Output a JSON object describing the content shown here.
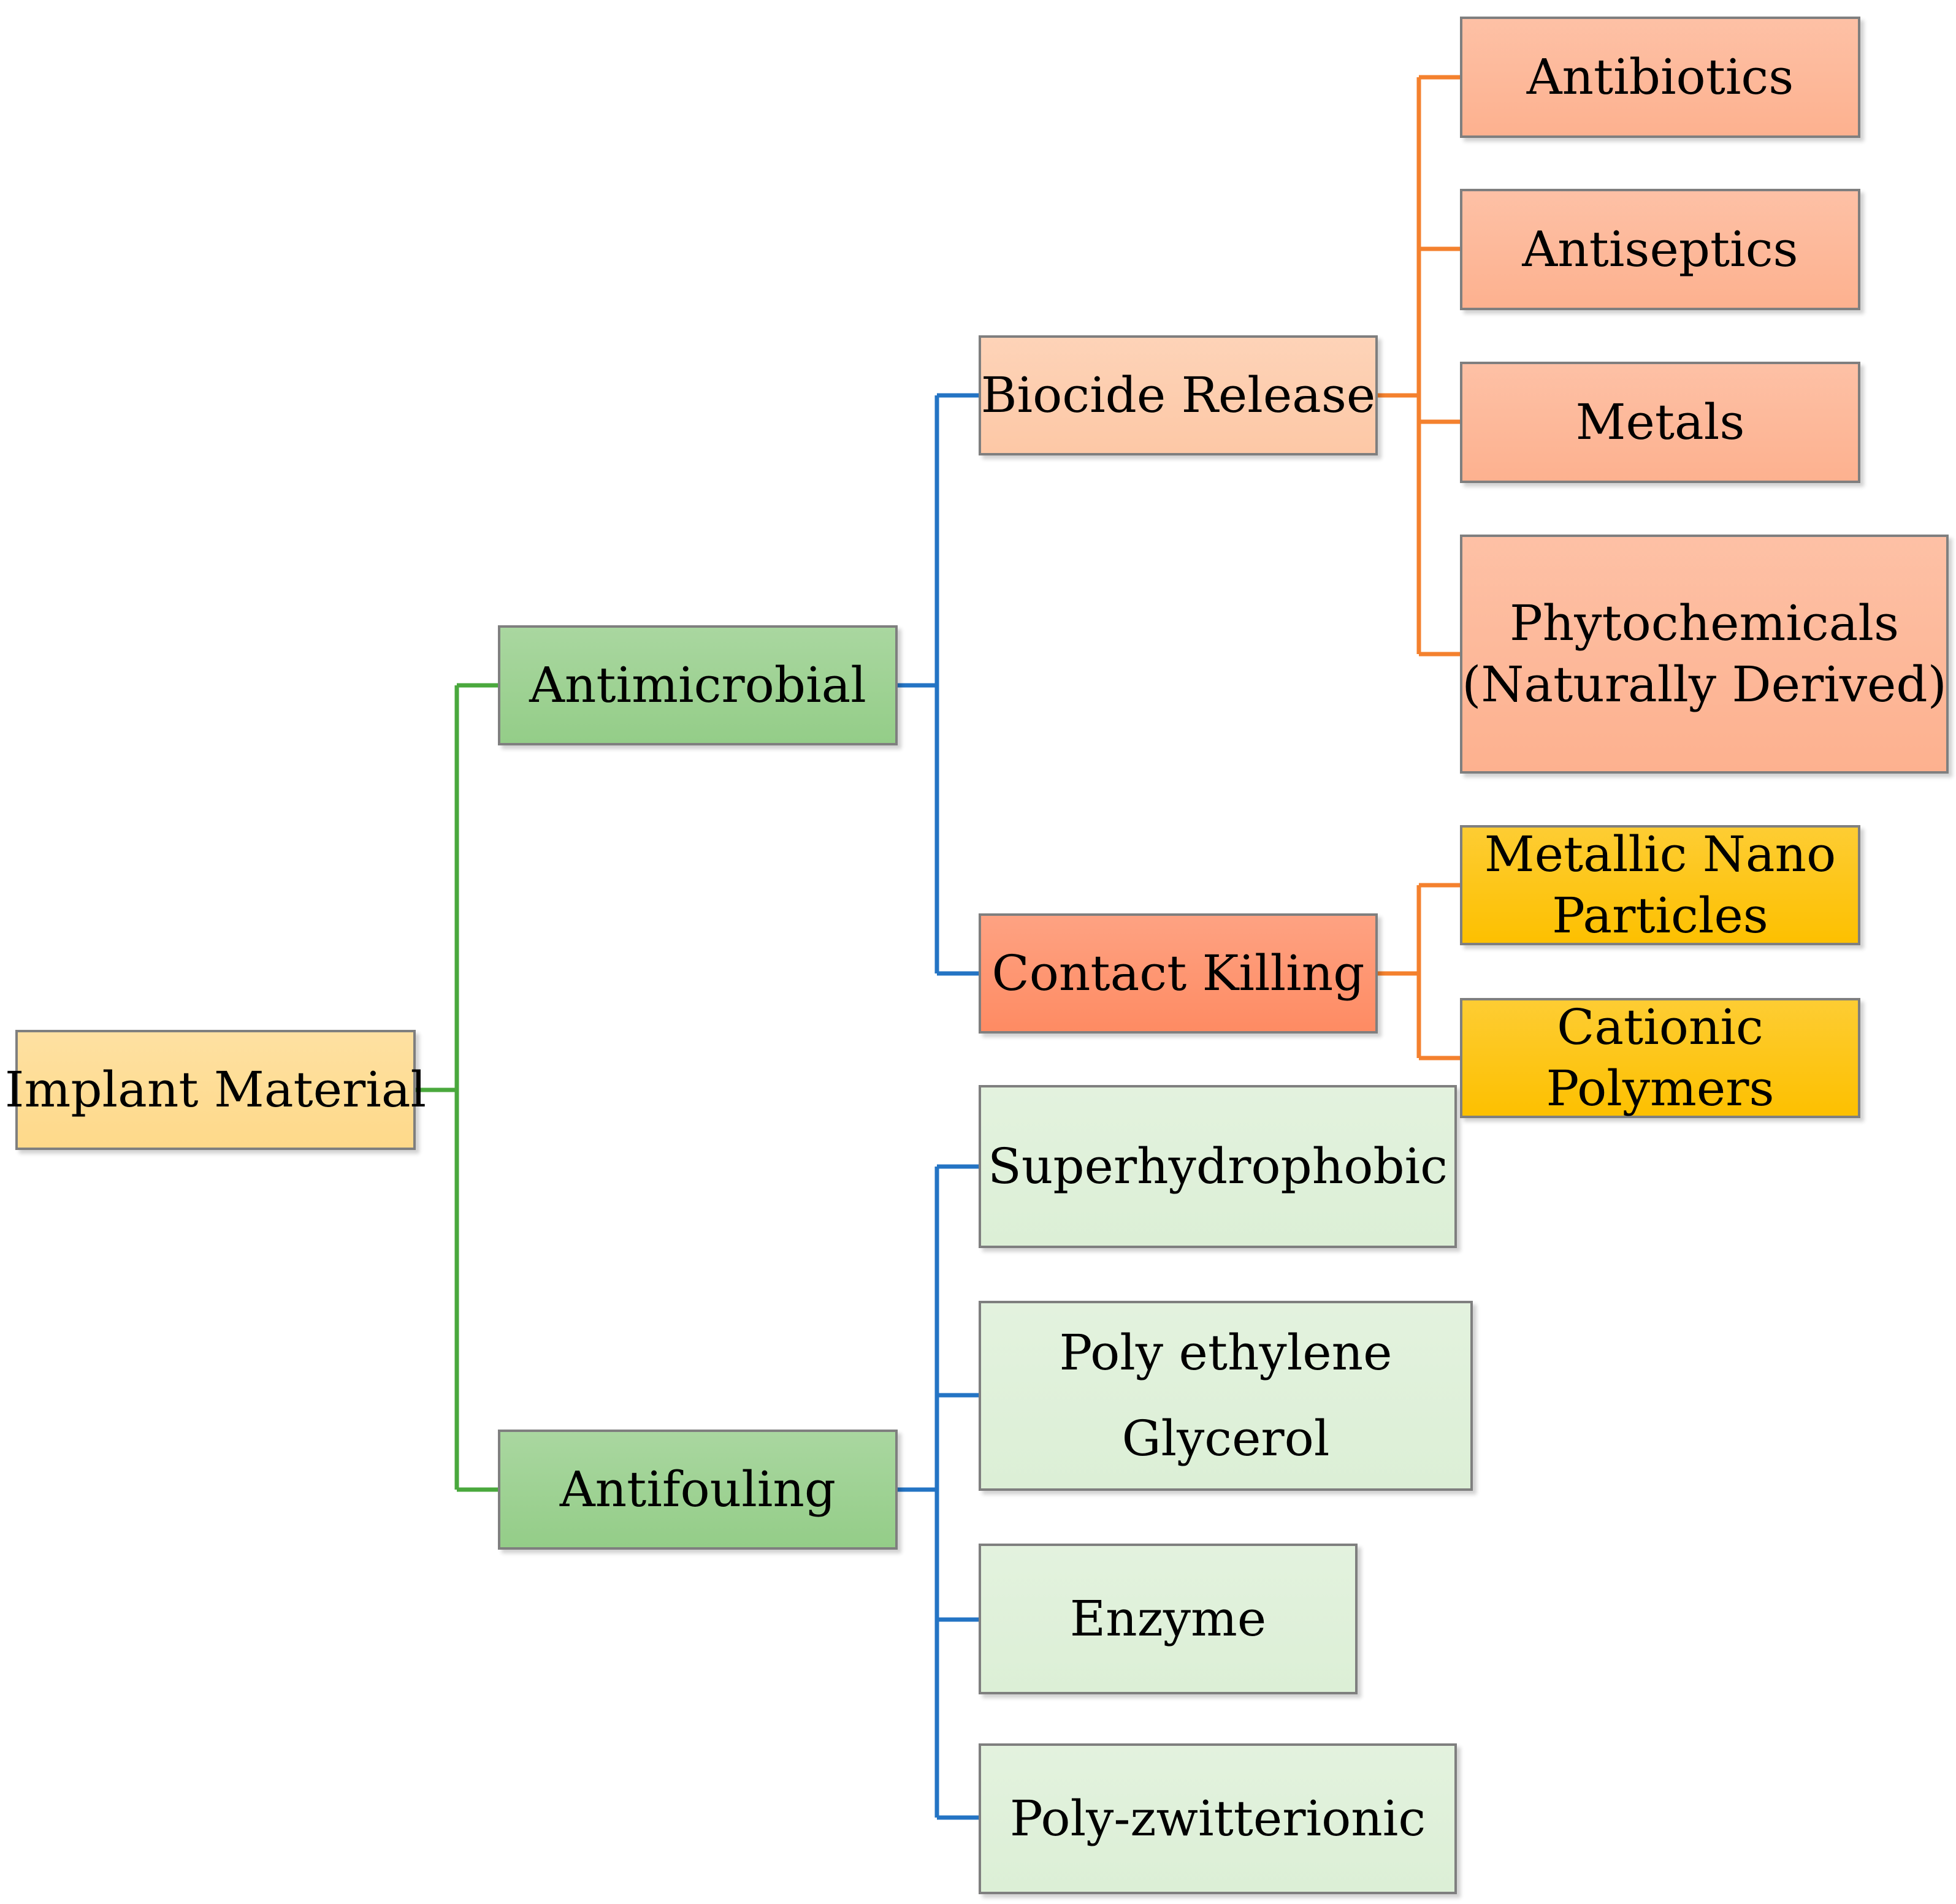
{
  "diagram": {
    "nodes": {
      "implant_material": {
        "label": "Implant Material",
        "fill": "#fed98a"
      },
      "antimicrobial": {
        "label": "Antimicrobial",
        "fill": "#94cd88"
      },
      "antifouling": {
        "label": "Antifouling",
        "fill": "#94cd88"
      },
      "biocide_release": {
        "label": "Biocide Release",
        "fill": "#fdc8a6"
      },
      "contact_killing": {
        "label": "Contact Killing",
        "fill": "#fe8b63"
      },
      "antibiotics": {
        "label": "Antibiotics",
        "fill": "#fdb18f"
      },
      "antiseptics": {
        "label": "Antiseptics",
        "fill": "#fdb18f"
      },
      "metals": {
        "label": "Metals",
        "fill": "#fdb18f"
      },
      "phytochemicals": {
        "lines": [
          "Phytochemicals",
          "(Naturally Derived)"
        ],
        "fill": "#fdb18f"
      },
      "metallic_nano_particles": {
        "lines": [
          "Metallic Nano",
          "Particles"
        ],
        "fill": "#fdc000"
      },
      "cationic_polymers": {
        "lines": [
          "Cationic",
          "Polymers"
        ],
        "fill": "#fdc000"
      },
      "superhydrophobic": {
        "label": "Superhydrophobic",
        "fill": "#dcefd6"
      },
      "poly_ethylene_glycerol": {
        "lines": [
          "Poly ethylene",
          "Glycerol"
        ],
        "fill": "#dcefd6"
      },
      "enzyme": {
        "label": "Enzyme",
        "fill": "#dcefd6"
      },
      "poly_zwitterionic": {
        "label": "Poly-zwitterionic",
        "fill": "#dcefd6"
      }
    },
    "connector_colors": {
      "level1": "#4aa83d",
      "level2": "#2474c4",
      "level3": "#f4812e"
    }
  }
}
